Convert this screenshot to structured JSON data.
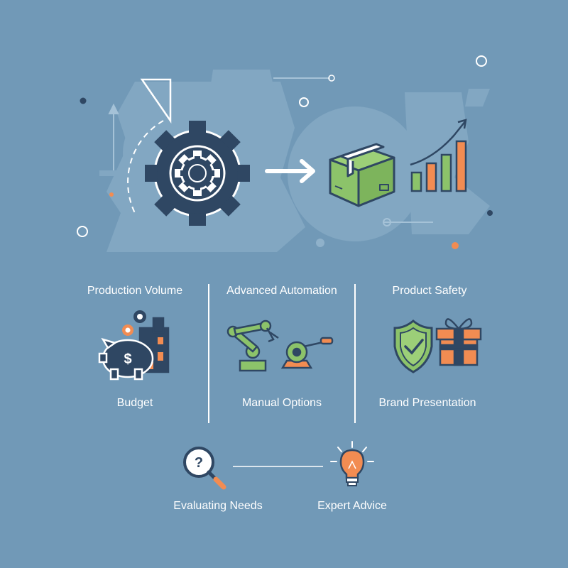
{
  "colors": {
    "background": "#7199B7",
    "navy": "#2F4763",
    "green": "#8CC36A",
    "orange": "#F28C52",
    "white": "#FFFFFF"
  },
  "icons": [
    "gear-icon",
    "arrow-right-icon",
    "box-icon",
    "bar-chart-icon",
    "piggy-bank-icon",
    "factory-icon",
    "robot-arm-icon",
    "hand-crank-icon",
    "shield-check-icon",
    "gift-box-icon",
    "magnifier-question-icon",
    "lightbulb-icon"
  ],
  "labels": {
    "production_volume": "Production Volume",
    "advanced_automation": "Advanced Automation",
    "product_safety": "Product Safety",
    "budget": "Budget",
    "manual_options": "Manual Options",
    "brand_presentation": "Brand Presentation",
    "evaluating_needs": "Evaluating Needs",
    "expert_advice": "Expert Advice"
  }
}
